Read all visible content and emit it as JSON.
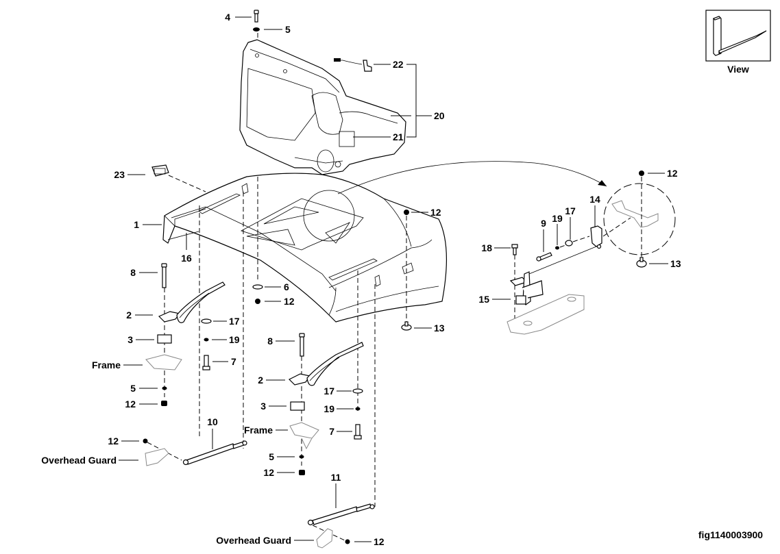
{
  "figure_id": "fig1140003900",
  "view_inset": {
    "label": "View",
    "icon": "forklift-fork-icon"
  },
  "callouts": {
    "c4": "4",
    "c5_top": "5",
    "c22": "22",
    "c20": "20",
    "c21": "21",
    "c23": "23",
    "c1": "1",
    "c16": "16",
    "c12_hood_right": "12",
    "c6": "6",
    "c12_under_hood": "12",
    "c13_hood": "13",
    "c8_left": "8",
    "c2_left": "2",
    "c3_left": "3",
    "frame_left": "Frame",
    "c5_left": "5",
    "c12_left": "12",
    "c17_left": "17",
    "c19_left": "19",
    "c7_left": "7",
    "c10": "10",
    "c12_strut_left": "12",
    "overhead_guard_left": "Overhead Guard",
    "c8_mid": "8",
    "c2_mid": "2",
    "c3_mid": "3",
    "frame_mid": "Frame",
    "c5_mid": "5",
    "c12_mid": "12",
    "c17_mid": "17",
    "c19_mid": "19",
    "c7_mid": "7",
    "c11": "11",
    "overhead_guard_bottom": "Overhead Guard",
    "c12_strut_bottom": "12",
    "c12_detail": "12",
    "c14": "14",
    "c9": "9",
    "c19_detail": "19",
    "c17_detail": "17",
    "c18": "18",
    "c15": "15",
    "c13_detail": "13"
  }
}
